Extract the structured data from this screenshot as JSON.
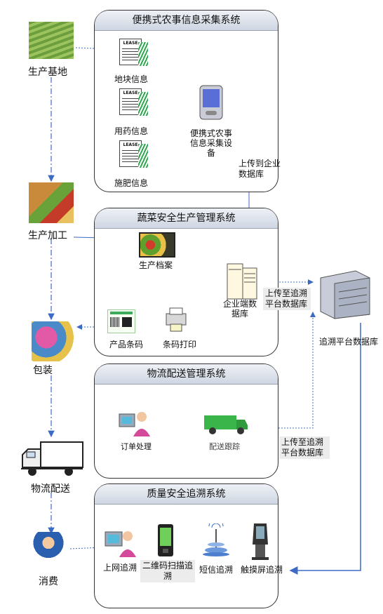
{
  "stages": {
    "base": "生产基地",
    "processing": "生产加工",
    "packaging": "包装",
    "logistics": "物流配送",
    "consumption": "消费"
  },
  "systems": {
    "collection": {
      "title": "便携式农事信息采集系统",
      "plot_info": "地块信息",
      "pesticide_info": "用药信息",
      "fertilizer_info": "施肥信息",
      "device_label": "便携式农事信息采集设备",
      "doc_header": "LEASE"
    },
    "production": {
      "title": "蔬菜安全生产管理系统",
      "archive": "生产档案",
      "enterprise_db": "企业端数据库",
      "barcode_print": "条码打印",
      "product_barcode": "产品条码"
    },
    "logistics": {
      "title": "物流配送管理系统",
      "order_processing": "订单处理",
      "delivery_tracking": "配送跟踪"
    },
    "traceability": {
      "title": "质量安全追溯系统",
      "web_trace": "上网追溯",
      "qr_trace": "二维码扫描追溯",
      "sms_trace": "短信追溯",
      "touch_trace": "触摸屏追溯"
    }
  },
  "flows": {
    "upload_enterprise": "上传到企业数据库",
    "upload_trace_1": "上传至追溯平台数据库",
    "upload_trace_2": "上传至追溯平台数据库"
  },
  "platform_db": "追溯平台数据库"
}
